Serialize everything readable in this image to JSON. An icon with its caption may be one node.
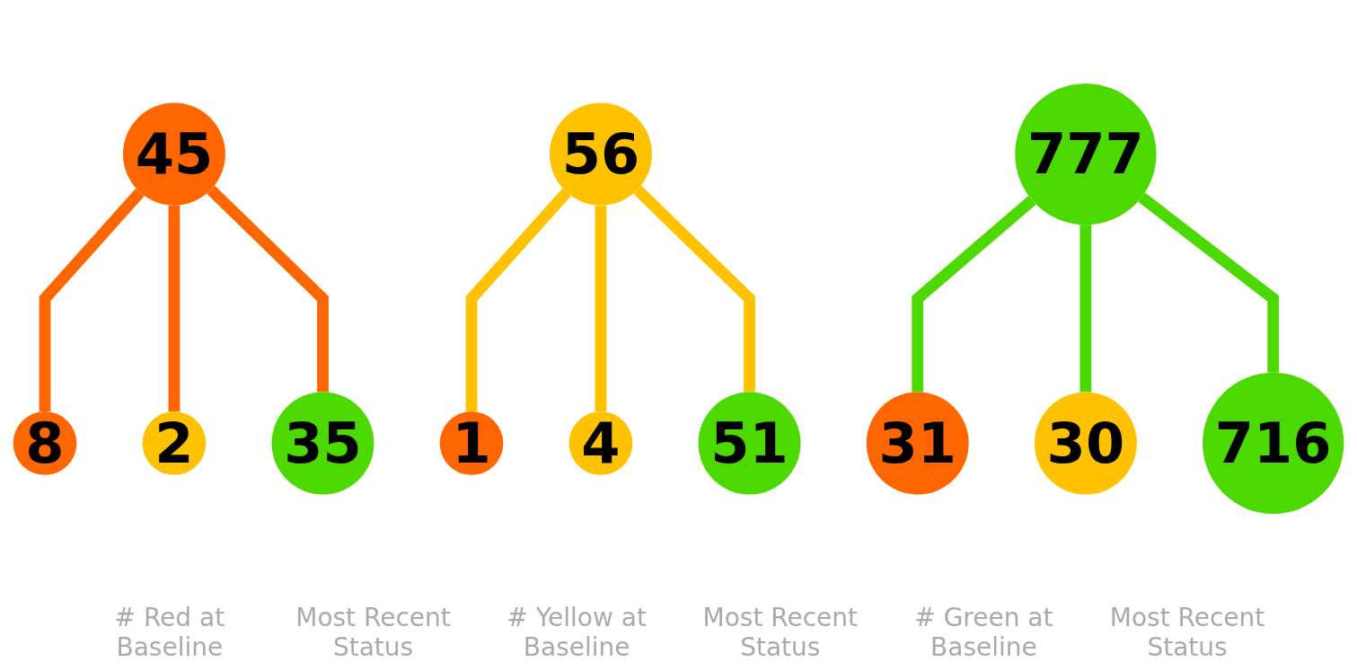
{
  "diagram": {
    "nodes": [
      {
        "text": [
          "45"
        ]
      },
      {
        "text": [
          "8"
        ]
      },
      {
        "text": [
          "2"
        ]
      },
      {
        "text": [
          "35"
        ]
      },
      {
        "text": [
          "56"
        ]
      },
      {
        "text": [
          "1"
        ]
      },
      {
        "text": [
          "4"
        ]
      },
      {
        "text": [
          "51"
        ]
      },
      {
        "text": [
          "777"
        ]
      },
      {
        "text": [
          "31"
        ]
      },
      {
        "text": [
          "30"
        ]
      },
      {
        "text": [
          "716"
        ]
      }
    ],
    "edges": [
      {
        "from": 0,
        "to": 1,
        "arrow": "none",
        "color": "#ff6600"
      },
      {
        "from": 0,
        "to": 2,
        "arrow": "none",
        "color": "#ff6600"
      },
      {
        "from": 0,
        "to": 3,
        "arrow": "none",
        "color": "#ff6600"
      },
      {
        "from": 4,
        "to": 5,
        "arrow": "none",
        "color": "#ffc200"
      },
      {
        "from": 4,
        "to": 6,
        "arrow": "none",
        "color": "#ffc200"
      },
      {
        "from": 4,
        "to": 7,
        "arrow": "none",
        "color": "#ffc200"
      },
      {
        "from": 8,
        "to": 9,
        "arrow": "none",
        "color": "#4cd900"
      },
      {
        "from": 8,
        "to": 10,
        "arrow": "none",
        "color": "#4cd900"
      },
      {
        "from": 8,
        "to": 11,
        "arrow": "none",
        "color": "#4cd900"
      }
    ],
    "labels": [
      "# Red at Baseline",
      "Most Recent Status",
      "# Yellow at Baseline",
      "Most Recent Status",
      "# Green at Baseline",
      "Most Recent Status"
    ]
  }
}
